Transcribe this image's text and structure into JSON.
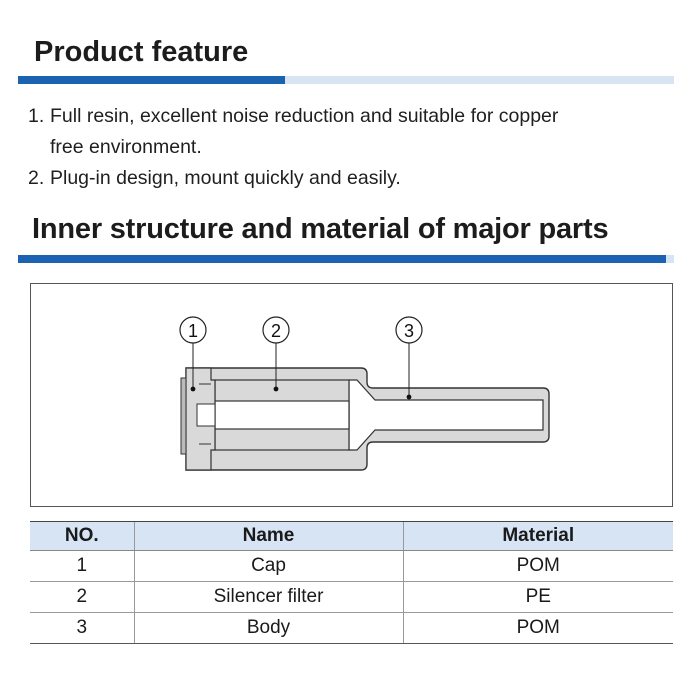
{
  "feature_section": {
    "title": "Product feature",
    "items": [
      {
        "num": "1.",
        "line1": "Full resin, excellent noise reduction and suitable for copper",
        "line2": "free environment."
      },
      {
        "num": "2.",
        "line1": "Plug-in design, mount quickly and easily."
      }
    ]
  },
  "structure_section": {
    "title": "Inner structure and material of major parts",
    "callouts": [
      "1",
      "2",
      "3"
    ]
  },
  "parts_table": {
    "headers": [
      "NO.",
      "Name",
      "Material"
    ],
    "rows": [
      {
        "no": "1",
        "name": "Cap",
        "material": "POM"
      },
      {
        "no": "2",
        "name": "Silencer filter",
        "material": "PE"
      },
      {
        "no": "3",
        "name": "Body",
        "material": "POM"
      }
    ]
  },
  "colors": {
    "accent_blue": "#1b63b0",
    "light_blue": "#d6e4f4",
    "part_fill": "#d9d9d9"
  }
}
